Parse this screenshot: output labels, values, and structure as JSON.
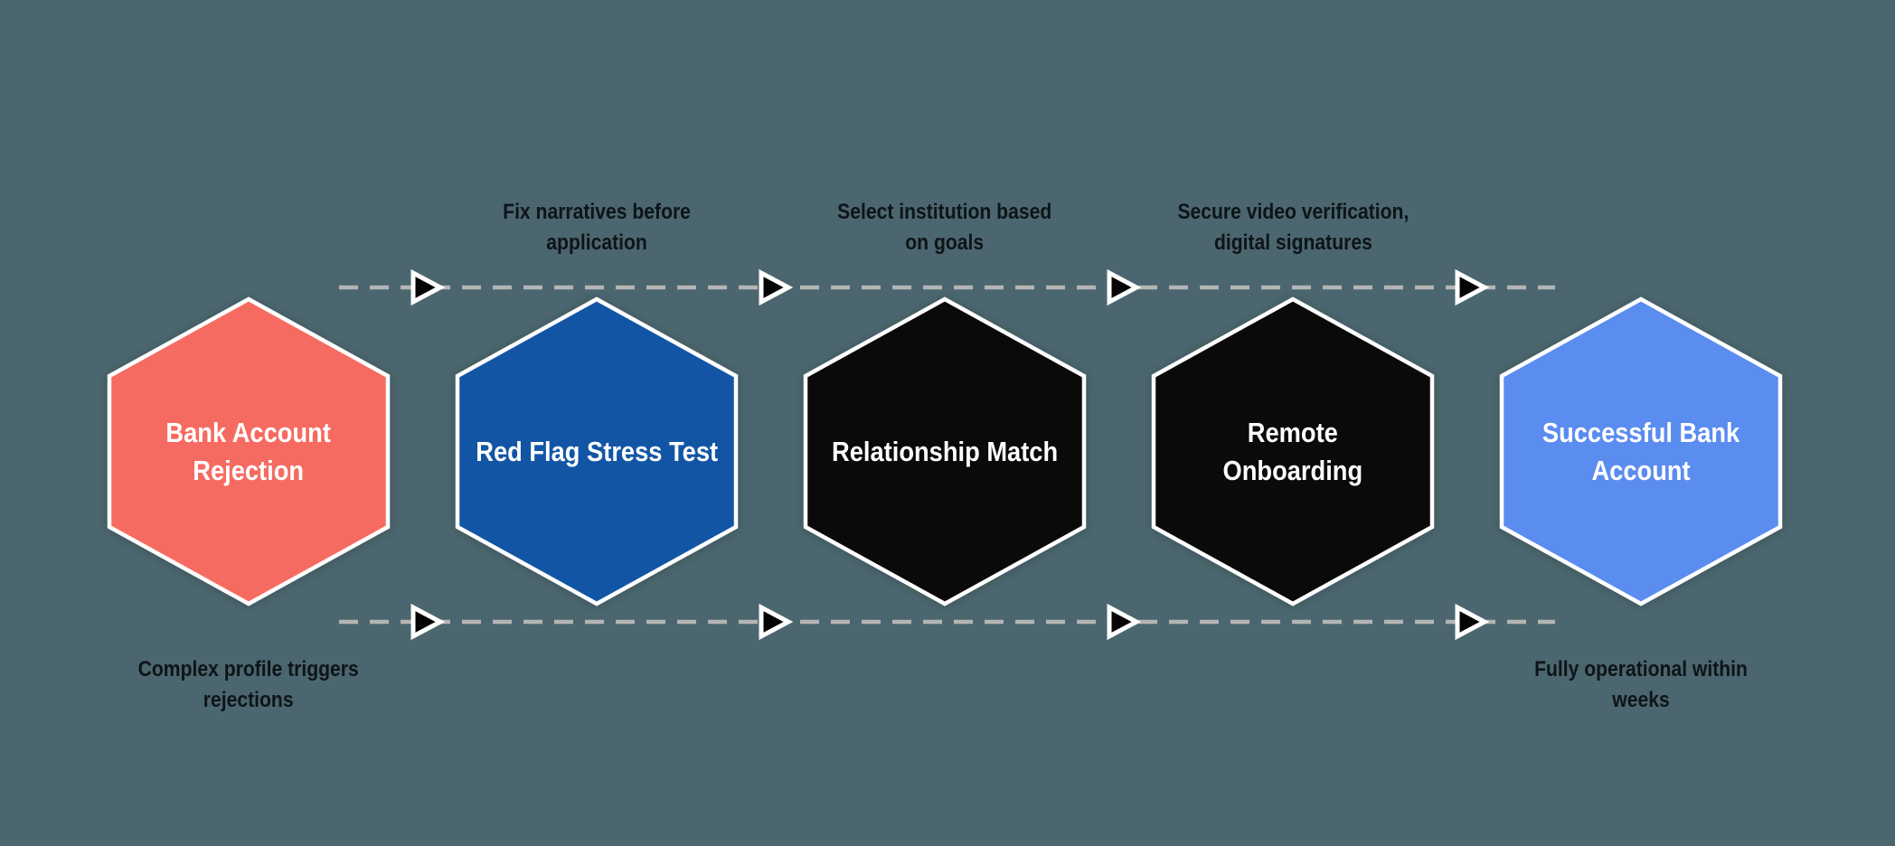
{
  "colors": {
    "background": "#4b666e",
    "step_rejection": "#f66b61",
    "step_stress_test": "#1255a5",
    "step_relationship": "#0a0a0a",
    "step_onboarding": "#0a0a0a",
    "step_success": "#5b8cf0",
    "hex_border": "#ffffff",
    "hex_label_text": "#ffffff",
    "annotation_text": "#0d1418",
    "connector_line": "#b5b5b5",
    "arrowhead_fill": "#050505",
    "arrowhead_outline": "#ffffff"
  },
  "steps": [
    {
      "label": "Bank Account\nRejection",
      "color": "#f66b61"
    },
    {
      "label": "Red Flag Stress Test",
      "color": "#1255a5"
    },
    {
      "label": "Relationship Match",
      "color": "#0a0a0a"
    },
    {
      "label": "Remote\nOnboarding",
      "color": "#0a0a0a"
    },
    {
      "label": "Successful Bank\nAccount",
      "color": "#5b8cf0"
    }
  ],
  "annotations": {
    "top": [
      {
        "text": "Fix narratives before\napplication"
      },
      {
        "text": "Select institution based\non goals"
      },
      {
        "text": "Secure video verification,\ndigital signatures"
      }
    ],
    "bottom": [
      {
        "text": "Complex profile triggers\nrejections"
      },
      {
        "text": "Fully operational within\nweeks"
      }
    ]
  },
  "connector": {
    "style": "dashed",
    "line_color": "#b5b5b5",
    "arrow_color": "#050505"
  }
}
